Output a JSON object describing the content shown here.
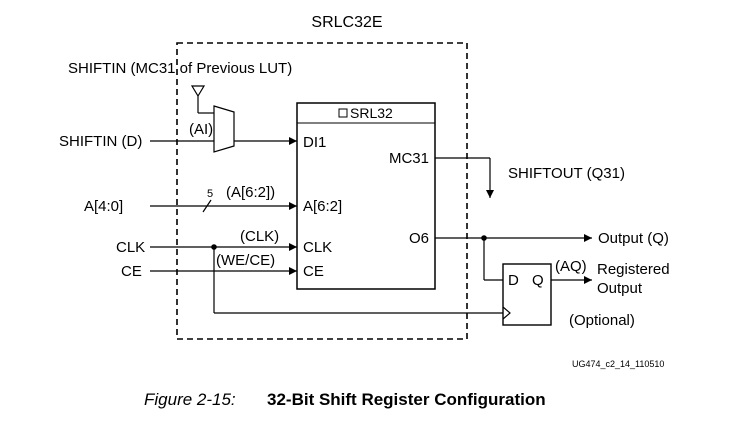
{
  "diagram": {
    "title": "SRLC32E",
    "shiftin_top": "SHIFTIN (MC31 of Previous LUT)",
    "inputs": {
      "shiftin_d": "SHIFTIN (D)",
      "addr": "A[4:0]",
      "clk": "CLK",
      "ce": "CE"
    },
    "signals": {
      "ai": "(AI)",
      "bus_width": "5",
      "a62": "(A[6:2])",
      "clk": "(CLK)",
      "we_ce": "(WE/CE)",
      "aq": "(AQ)"
    },
    "srl32": {
      "title": "SRL32",
      "pin_di1": "DI1",
      "pin_a": "A[6:2]",
      "pin_clk": "CLK",
      "pin_ce": "CE",
      "pin_mc31": "MC31",
      "pin_o6": "O6"
    },
    "ff": {
      "d": "D",
      "q": "Q"
    },
    "outputs": {
      "shiftout": "SHIFTOUT (Q31)",
      "output_q": "Output (Q)",
      "registered_1": "Registered",
      "registered_2": "Output",
      "optional": "(Optional)"
    },
    "code": "UG474_c2_14_110510"
  },
  "caption": {
    "number": "Figure 2-15:",
    "title": "32-Bit Shift Register Configuration"
  }
}
